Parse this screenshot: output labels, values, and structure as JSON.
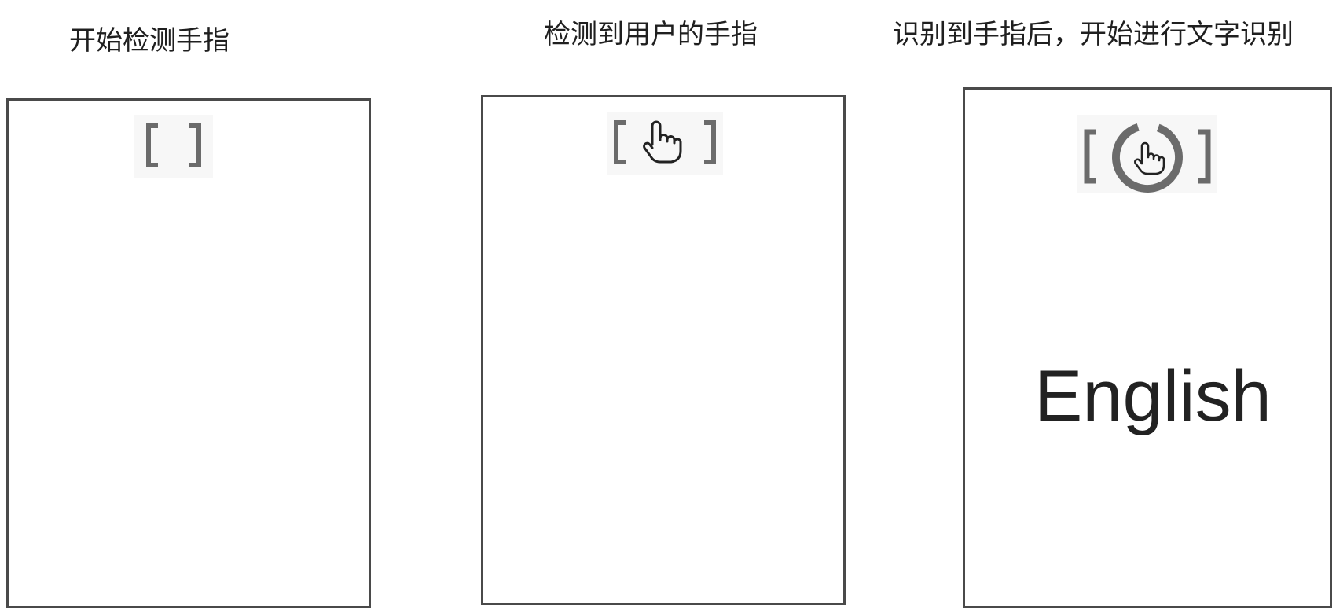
{
  "stages": [
    {
      "caption": "开始检测手指",
      "indicator_state": "empty-brackets"
    },
    {
      "caption": "检测到用户的手指",
      "indicator_state": "finger-detected"
    },
    {
      "caption": "识别到手指后，开始进行文字识别",
      "indicator_state": "recognizing",
      "recognized_text": "English"
    }
  ],
  "colors": {
    "frame_border": "#4a4a4a",
    "bracket": "#6b6b6b",
    "progress_ring": "#6b6b6b",
    "icon_stroke": "#222222",
    "text": "#222222"
  }
}
